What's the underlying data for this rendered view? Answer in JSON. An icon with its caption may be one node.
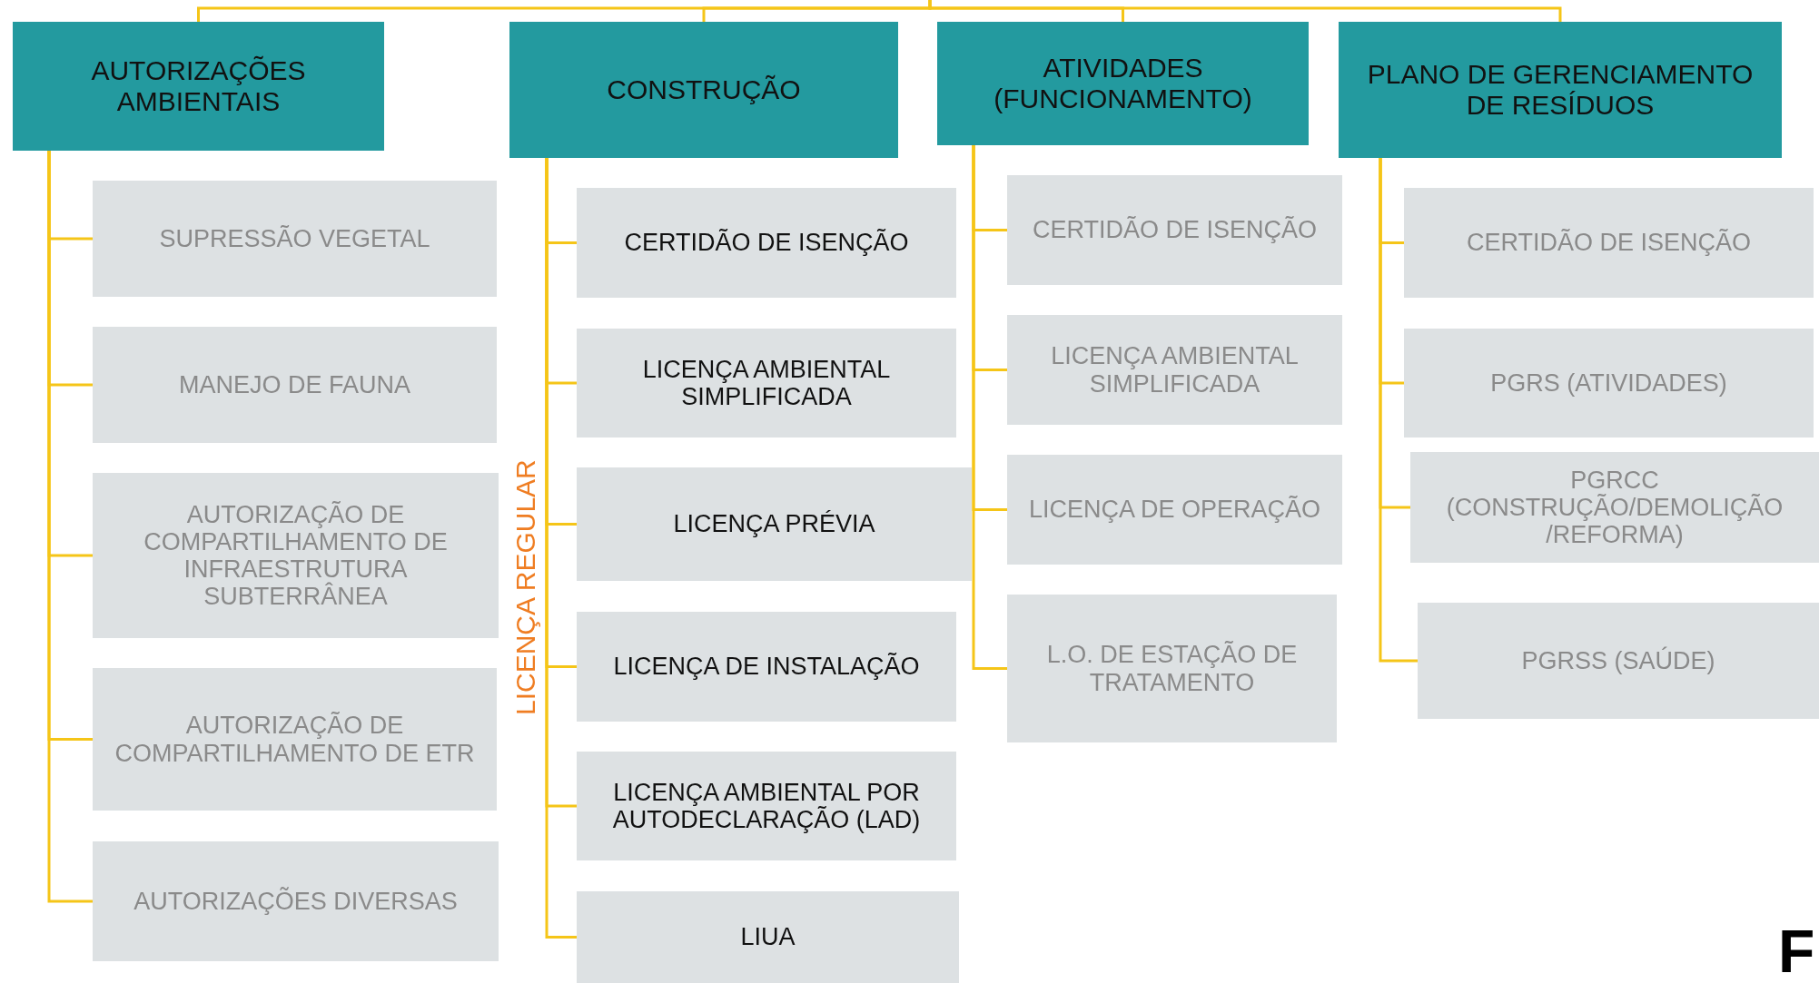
{
  "diagram": {
    "nodes": [
      {
        "text": [
          "AUTORIZAÇÕES AMBIENTAIS"
        ]
      },
      {
        "text": [
          "SUPRESSÃO VEGETAL"
        ]
      },
      {
        "text": [
          "MANEJO DE FAUNA"
        ]
      },
      {
        "text": [
          "AUTORIZAÇÃO DE COMPARTILHAMENTO DE INFRAESTRUTURA SUBTERRÂNEA"
        ]
      },
      {
        "text": [
          "AUTORIZAÇÃO DE COMPARTILHAMENTO DE ETR"
        ]
      },
      {
        "text": [
          "AUTORIZAÇÕES DIVERSAS"
        ]
      },
      {
        "text": [
          "CONSTRUÇÃO"
        ]
      },
      {
        "text": [
          "CERTIDÃO DE ISENÇÃO"
        ]
      },
      {
        "text": [
          "LICENÇA AMBIENTAL SIMPLIFICADA"
        ]
      },
      {
        "text": [
          "LICENÇA PRÉVIA"
        ]
      },
      {
        "text": [
          "LICENÇA DE INSTALAÇÃO"
        ]
      },
      {
        "text": [
          "LICENÇA AMBIENTAL POR AUTODECLARAÇÃO (LAD)"
        ]
      },
      {
        "text": [
          "LIUA"
        ]
      },
      {
        "text": [
          "ATIVIDADES (FUNCIONAMENTO)"
        ]
      },
      {
        "text": [
          "CERTIDÃO DE ISENÇÃO"
        ]
      },
      {
        "text": [
          "LICENÇA AMBIENTAL SIMPLIFICADA"
        ]
      },
      {
        "text": [
          "LICENÇA DE OPERAÇÃO"
        ]
      },
      {
        "text": [
          "L.O. DE ESTAÇÃO DE TRATAMENTO"
        ]
      },
      {
        "text": [
          "PLANO DE GERENCIAMENTO DE RESÍDUOS"
        ]
      },
      {
        "text": [
          "CERTIDÃO DE ISENÇÃO"
        ]
      },
      {
        "text": [
          "PGRS (ATIVIDADES)"
        ]
      },
      {
        "text": [
          "PGRCC (CONSTRUÇÃO/DEMOLIÇÃO /REFORMA)"
        ]
      },
      {
        "text": [
          "PGRSS (SAÚDE)"
        ]
      }
    ],
    "edges": [
      {
        "from": null,
        "to": 0,
        "arrow": "none"
      },
      {
        "from": null,
        "to": 6,
        "arrow": "none"
      },
      {
        "from": null,
        "to": 13,
        "arrow": "none"
      },
      {
        "from": null,
        "to": 18,
        "arrow": "none"
      },
      {
        "from": 0,
        "to": 1,
        "arrow": "none"
      },
      {
        "from": 0,
        "to": 2,
        "arrow": "none"
      },
      {
        "from": 0,
        "to": 3,
        "arrow": "none"
      },
      {
        "from": 0,
        "to": 4,
        "arrow": "none"
      },
      {
        "from": 0,
        "to": 5,
        "arrow": "none"
      },
      {
        "from": 6,
        "to": 7,
        "arrow": "none"
      },
      {
        "from": 6,
        "to": 8,
        "arrow": "none"
      },
      {
        "from": 6,
        "to": 9,
        "arrow": "none"
      },
      {
        "from": 6,
        "to": 10,
        "arrow": "none"
      },
      {
        "from": 6,
        "to": 11,
        "arrow": "none"
      },
      {
        "from": 6,
        "to": 12,
        "arrow": "none"
      },
      {
        "from": 13,
        "to": 14,
        "arrow": "none"
      },
      {
        "from": 13,
        "to": 15,
        "arrow": "none"
      },
      {
        "from": 13,
        "to": 16,
        "arrow": "none"
      },
      {
        "from": 13,
        "to": 17,
        "arrow": "none"
      },
      {
        "from": 18,
        "to": 19,
        "arrow": "none"
      },
      {
        "from": 18,
        "to": 20,
        "arrow": "none"
      },
      {
        "from": 18,
        "to": 21,
        "arrow": "none"
      },
      {
        "from": 18,
        "to": 22,
        "arrow": "none"
      }
    ],
    "labels": [
      "LICENÇA REGULAR",
      "F"
    ]
  }
}
